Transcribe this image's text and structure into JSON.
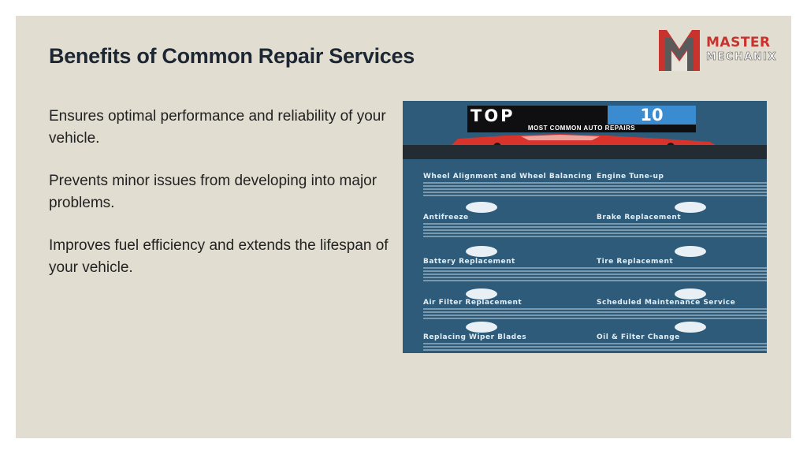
{
  "slide": {
    "title": "Benefits of Common Repair Services",
    "bullets": [
      "Ensures optimal performance and reliability of your vehicle.",
      "Prevents minor issues from developing into major problems.",
      "Improves fuel efficiency and extends the lifespan of your vehicle."
    ]
  },
  "logo": {
    "line1": "MASTER",
    "line2": "MECHANIX",
    "colors": {
      "red": "#c8332e",
      "gray": "#5a5a5a"
    }
  },
  "infographic": {
    "top_word": "TOP",
    "ten_word": "10",
    "subtitle": "MOST COMMON AUTO REPAIRS",
    "items": [
      {
        "name": "Wheel Alignment and Wheel Balancing"
      },
      {
        "name": "Engine Tune-up"
      },
      {
        "name": "Antifreeze"
      },
      {
        "name": "Brake Replacement"
      },
      {
        "name": "Battery Replacement"
      },
      {
        "name": "Tire Replacement"
      },
      {
        "name": "Air Filter Replacement"
      },
      {
        "name": "Scheduled Maintenance Service"
      },
      {
        "name": "Replacing Wiper Blades"
      },
      {
        "name": "Oil & Filter Change"
      }
    ],
    "colors": {
      "background": "#2d5b79",
      "banner": "#0f0f12",
      "accent": "#3a8bcf",
      "car": "#d9342b"
    }
  }
}
